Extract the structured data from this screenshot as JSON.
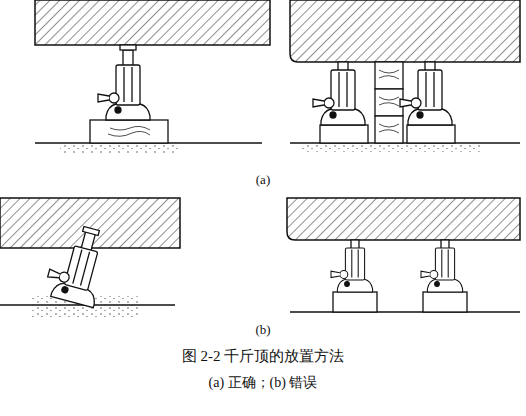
{
  "diagram": {
    "caption": "图 2-2  千斤顶的放置方法",
    "labels": [
      "(a)",
      "(b)",
      "(a) 正确；(b) 错误"
    ]
  }
}
